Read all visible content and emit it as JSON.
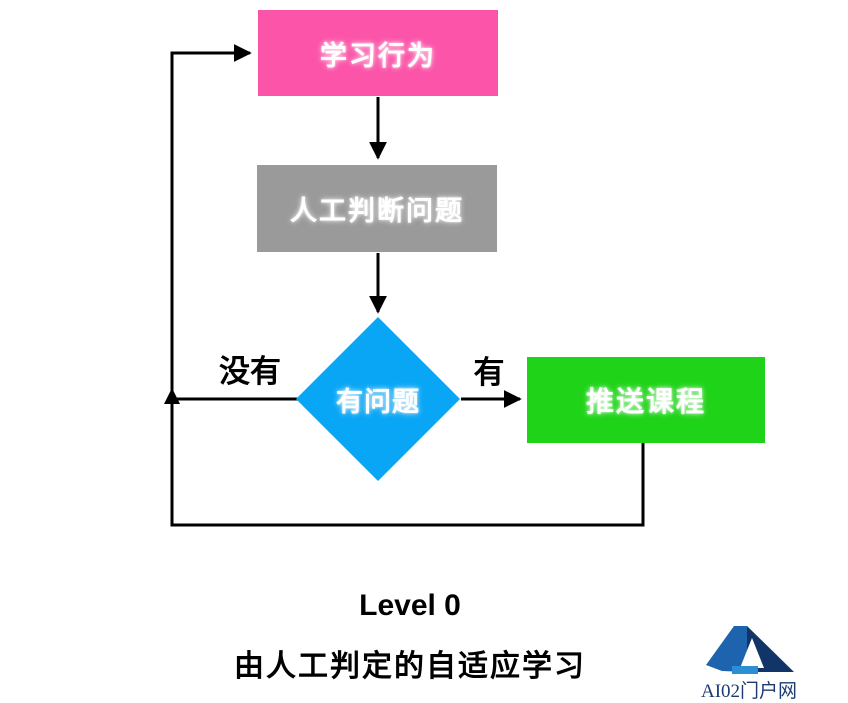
{
  "colors": {
    "background": "#ffffff",
    "line": "#000000",
    "node_pink": "#fb54a8",
    "node_gray": "#9a9a9a",
    "node_blue": "#09a6f5",
    "node_green": "#1ed318",
    "logo_navy": "#123568",
    "logo_blue": "#1d63ad",
    "logo_light_blue": "#2c8fd3",
    "logo_text_color": "#1b3b72"
  },
  "diagram": {
    "nodes": {
      "learning_behavior": {
        "label": "学习行为",
        "shape": "rectangle"
      },
      "manual_judgment": {
        "label": "人工判断问题",
        "shape": "rectangle"
      },
      "has_problem": {
        "label": "有问题",
        "shape": "diamond"
      },
      "push_course": {
        "label": "推送课程",
        "shape": "rectangle"
      }
    },
    "edge_labels": {
      "no_branch": "没有",
      "yes_branch": "有"
    },
    "flow": [
      {
        "from": "学习行为",
        "to": "人工判断问题",
        "label": ""
      },
      {
        "from": "人工判断问题",
        "to": "有问题",
        "label": ""
      },
      {
        "from": "有问题",
        "to": "推送课程",
        "label": "有"
      },
      {
        "from": "有问题",
        "to": "学习行为",
        "label": "没有"
      },
      {
        "from": "推送课程",
        "to": "学习行为",
        "label": ""
      }
    ]
  },
  "caption": {
    "title": "Level 0",
    "subtitle": "由人工判定的自适应学习"
  },
  "watermark": {
    "logo_text": "AI02门户网"
  }
}
